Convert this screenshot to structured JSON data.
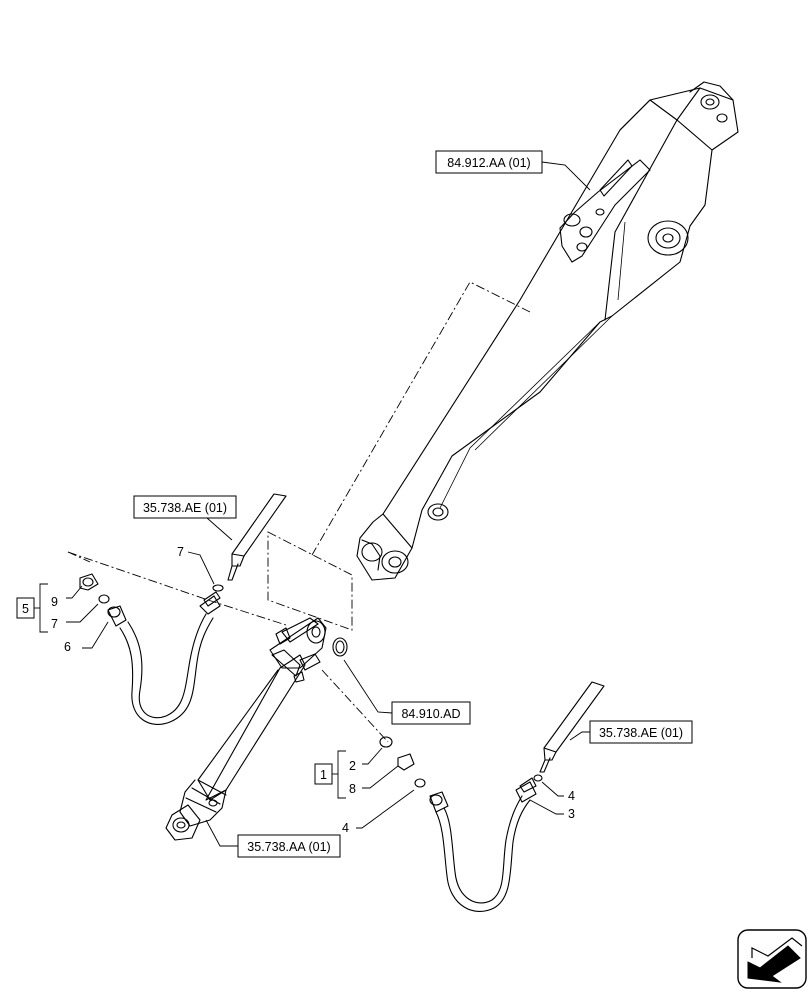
{
  "references": {
    "boom": "84.912.AA (01)",
    "pipe_left": "35.738.AE (01)",
    "pipe_right": "35.738.AE (01)",
    "boom_attach": "84.910.AD",
    "cylinder": "35.738.AA (01)"
  },
  "callouts": {
    "item_7_upper": "7",
    "group_left": "5",
    "group_left_9": "9",
    "group_left_7": "7",
    "item_6": "6",
    "group_right": "1",
    "group_right_2": "2",
    "group_right_8": "8",
    "item_4_left": "4",
    "item_4_right": "4",
    "item_3": "3"
  },
  "navigation": {
    "icon": "arrow-icon"
  }
}
